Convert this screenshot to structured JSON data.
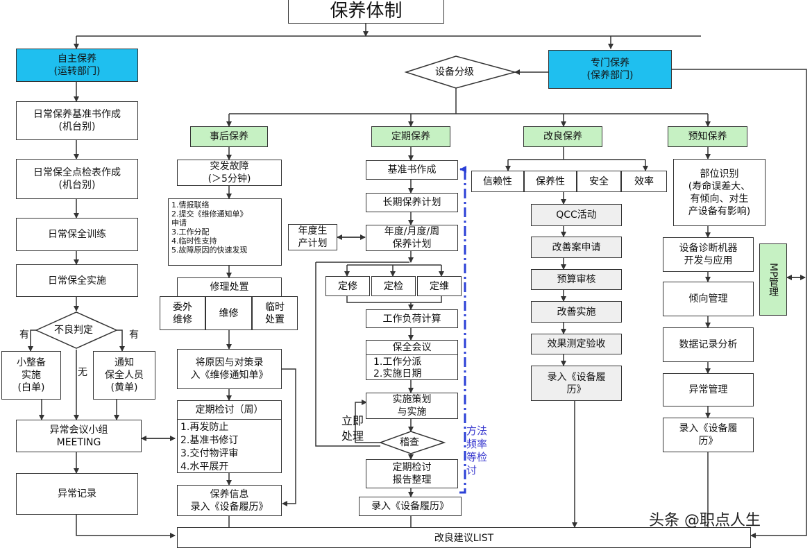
{
  "title": "保养体制",
  "left": {
    "header": "自主保养\n(运转部门)",
    "steps": [
      "日常保养基准书作成\n(机台别)",
      "日常保全点检表作成\n(机台别)",
      "日常保全训练",
      "日常保全实施"
    ],
    "decision": "不良判定",
    "yes_left": "有",
    "yes_right": "有",
    "no": "无",
    "small_maint": "小整备\n实施\n(白单)",
    "notify": "通知\n保全人员\n(黄单)",
    "meeting": "异常会议小组\nMEETING",
    "record": "异常记录"
  },
  "right_header": "专门保养\n(保养部门)",
  "classify": "设备分级",
  "col1": {
    "header": "事后保养",
    "fault": "突发故障\n(＞5分钟)",
    "list": "1.情报联络\n2.提交《维修通知单》\n申请\n3.工作分配\n4.临时性支持\n5.故障原因的快速发现",
    "repair": "修理处置",
    "r_cells": [
      "委外\n维修",
      "维修",
      "临时\n处置"
    ],
    "record_cause": "将原因与对策录\n入《维修通知单》",
    "review": "定期检讨（周）",
    "review_list": "1.再发防止\n2.基准书修订\n3.交付物评审\n4.水平展开",
    "info": "保养信息\n录入《设备履历》"
  },
  "col2": {
    "header": "定期保养",
    "steps": [
      "基准书作成",
      "长期保养计划",
      "年度/月度/周\n保养计划"
    ],
    "annual_prod": "年度生\n产计划",
    "cells": [
      "定修",
      "定检",
      "定维"
    ],
    "workload": "工作负荷计算",
    "meeting_title": "保全会议",
    "meeting_items": "1.工作分派\n2.实施日期",
    "implement": "实施策划\n与实施",
    "immediate": "立即\n处理",
    "inspect": "稽查",
    "report": "定期检讨\n报告整理",
    "record": "录入《设备履历》",
    "method": "方法\n频率\n等检\n讨"
  },
  "col3": {
    "header": "改良保养",
    "cells": [
      "信赖性",
      "保养性",
      "安全",
      "效率"
    ],
    "steps": [
      "QCC活动",
      "改善案申请",
      "预算审核",
      "改善实施",
      "效果测定验收",
      "录入《设备履\n历》"
    ]
  },
  "col4": {
    "header": "预知保养",
    "parts": "部位识别\n(寿命误差大、\n有倾向、对生\n产设备有影响)",
    "steps": [
      "设备诊断机器\n开发与应用",
      "倾向管理",
      "数据记录分析",
      "异常管理",
      "录入《设备履\n历》"
    ],
    "mp": "MP管理"
  },
  "bottom": "改良建议LIST",
  "watermark": "头条 @职点人生"
}
